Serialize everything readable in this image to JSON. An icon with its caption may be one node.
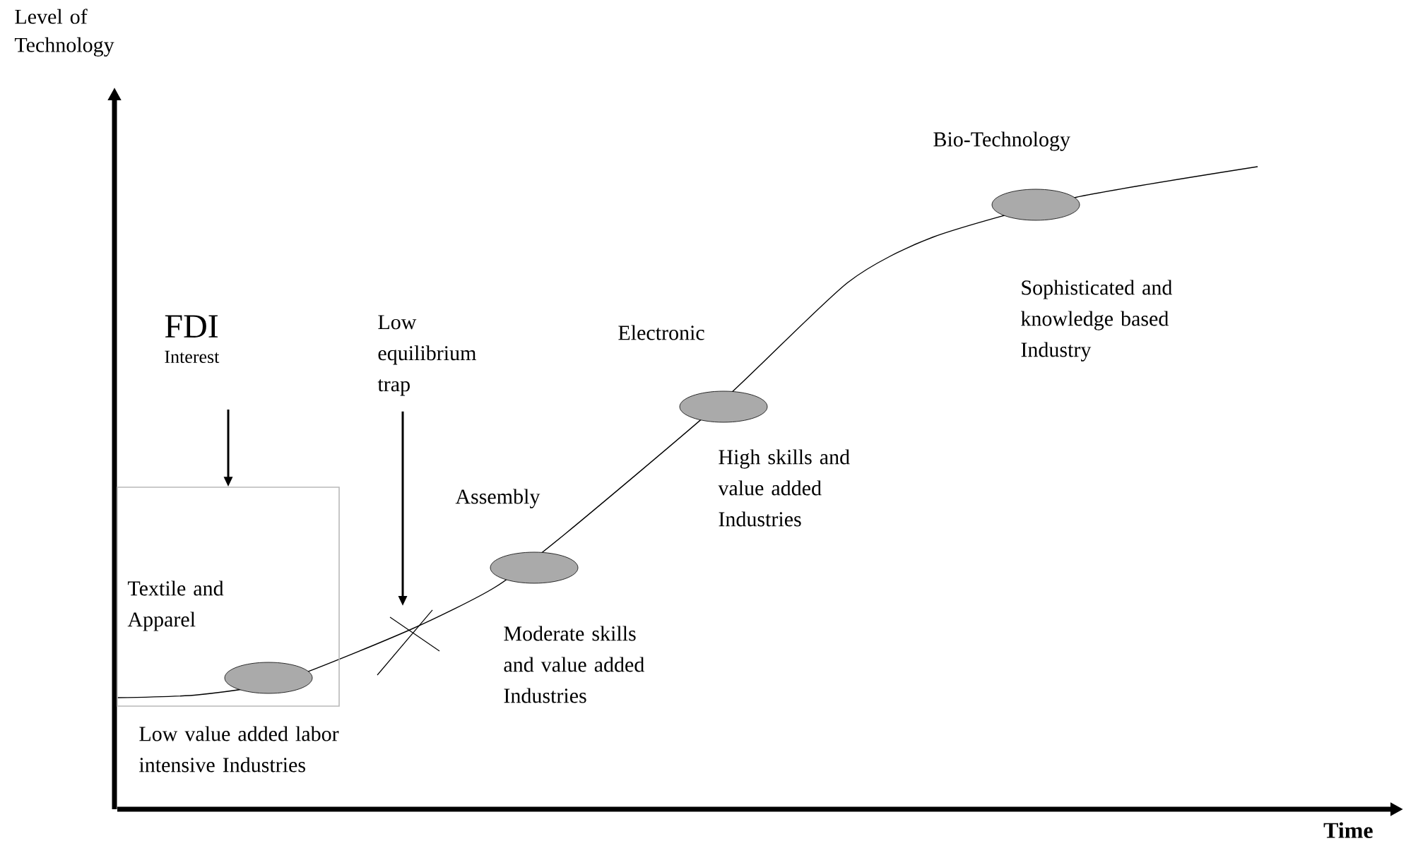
{
  "diagram": {
    "nodes": [
      {
        "text": [
          "FDI",
          "Interest"
        ]
      },
      {
        "text": [],
        "shape": "box"
      },
      {
        "text": [],
        "shape": "ellipse",
        "in": 1,
        "beside": [
          "Textile and Apparel",
          "Low value added labor intensive Industries"
        ]
      },
      {
        "text": [
          "Low equilibrium trap"
        ]
      },
      {
        "text": [],
        "shape": "cross"
      },
      {
        "text": [],
        "shape": "ellipse",
        "beside": [
          "Assembly",
          "Moderate skills and value added Industries"
        ]
      },
      {
        "text": [],
        "shape": "ellipse",
        "beside": [
          "Electronic",
          "High skills and value added Industries"
        ]
      },
      {
        "text": [],
        "shape": "ellipse",
        "beside": [
          "Bio-Technology",
          "Sophisticated and knowledge based Industry"
        ]
      }
    ],
    "edges": [
      {
        "from": 0,
        "to": 1,
        "arrow": "to"
      },
      {
        "from": 3,
        "to": 4,
        "arrow": "to"
      }
    ],
    "labels": [
      "Level of Technology",
      "Time"
    ]
  }
}
